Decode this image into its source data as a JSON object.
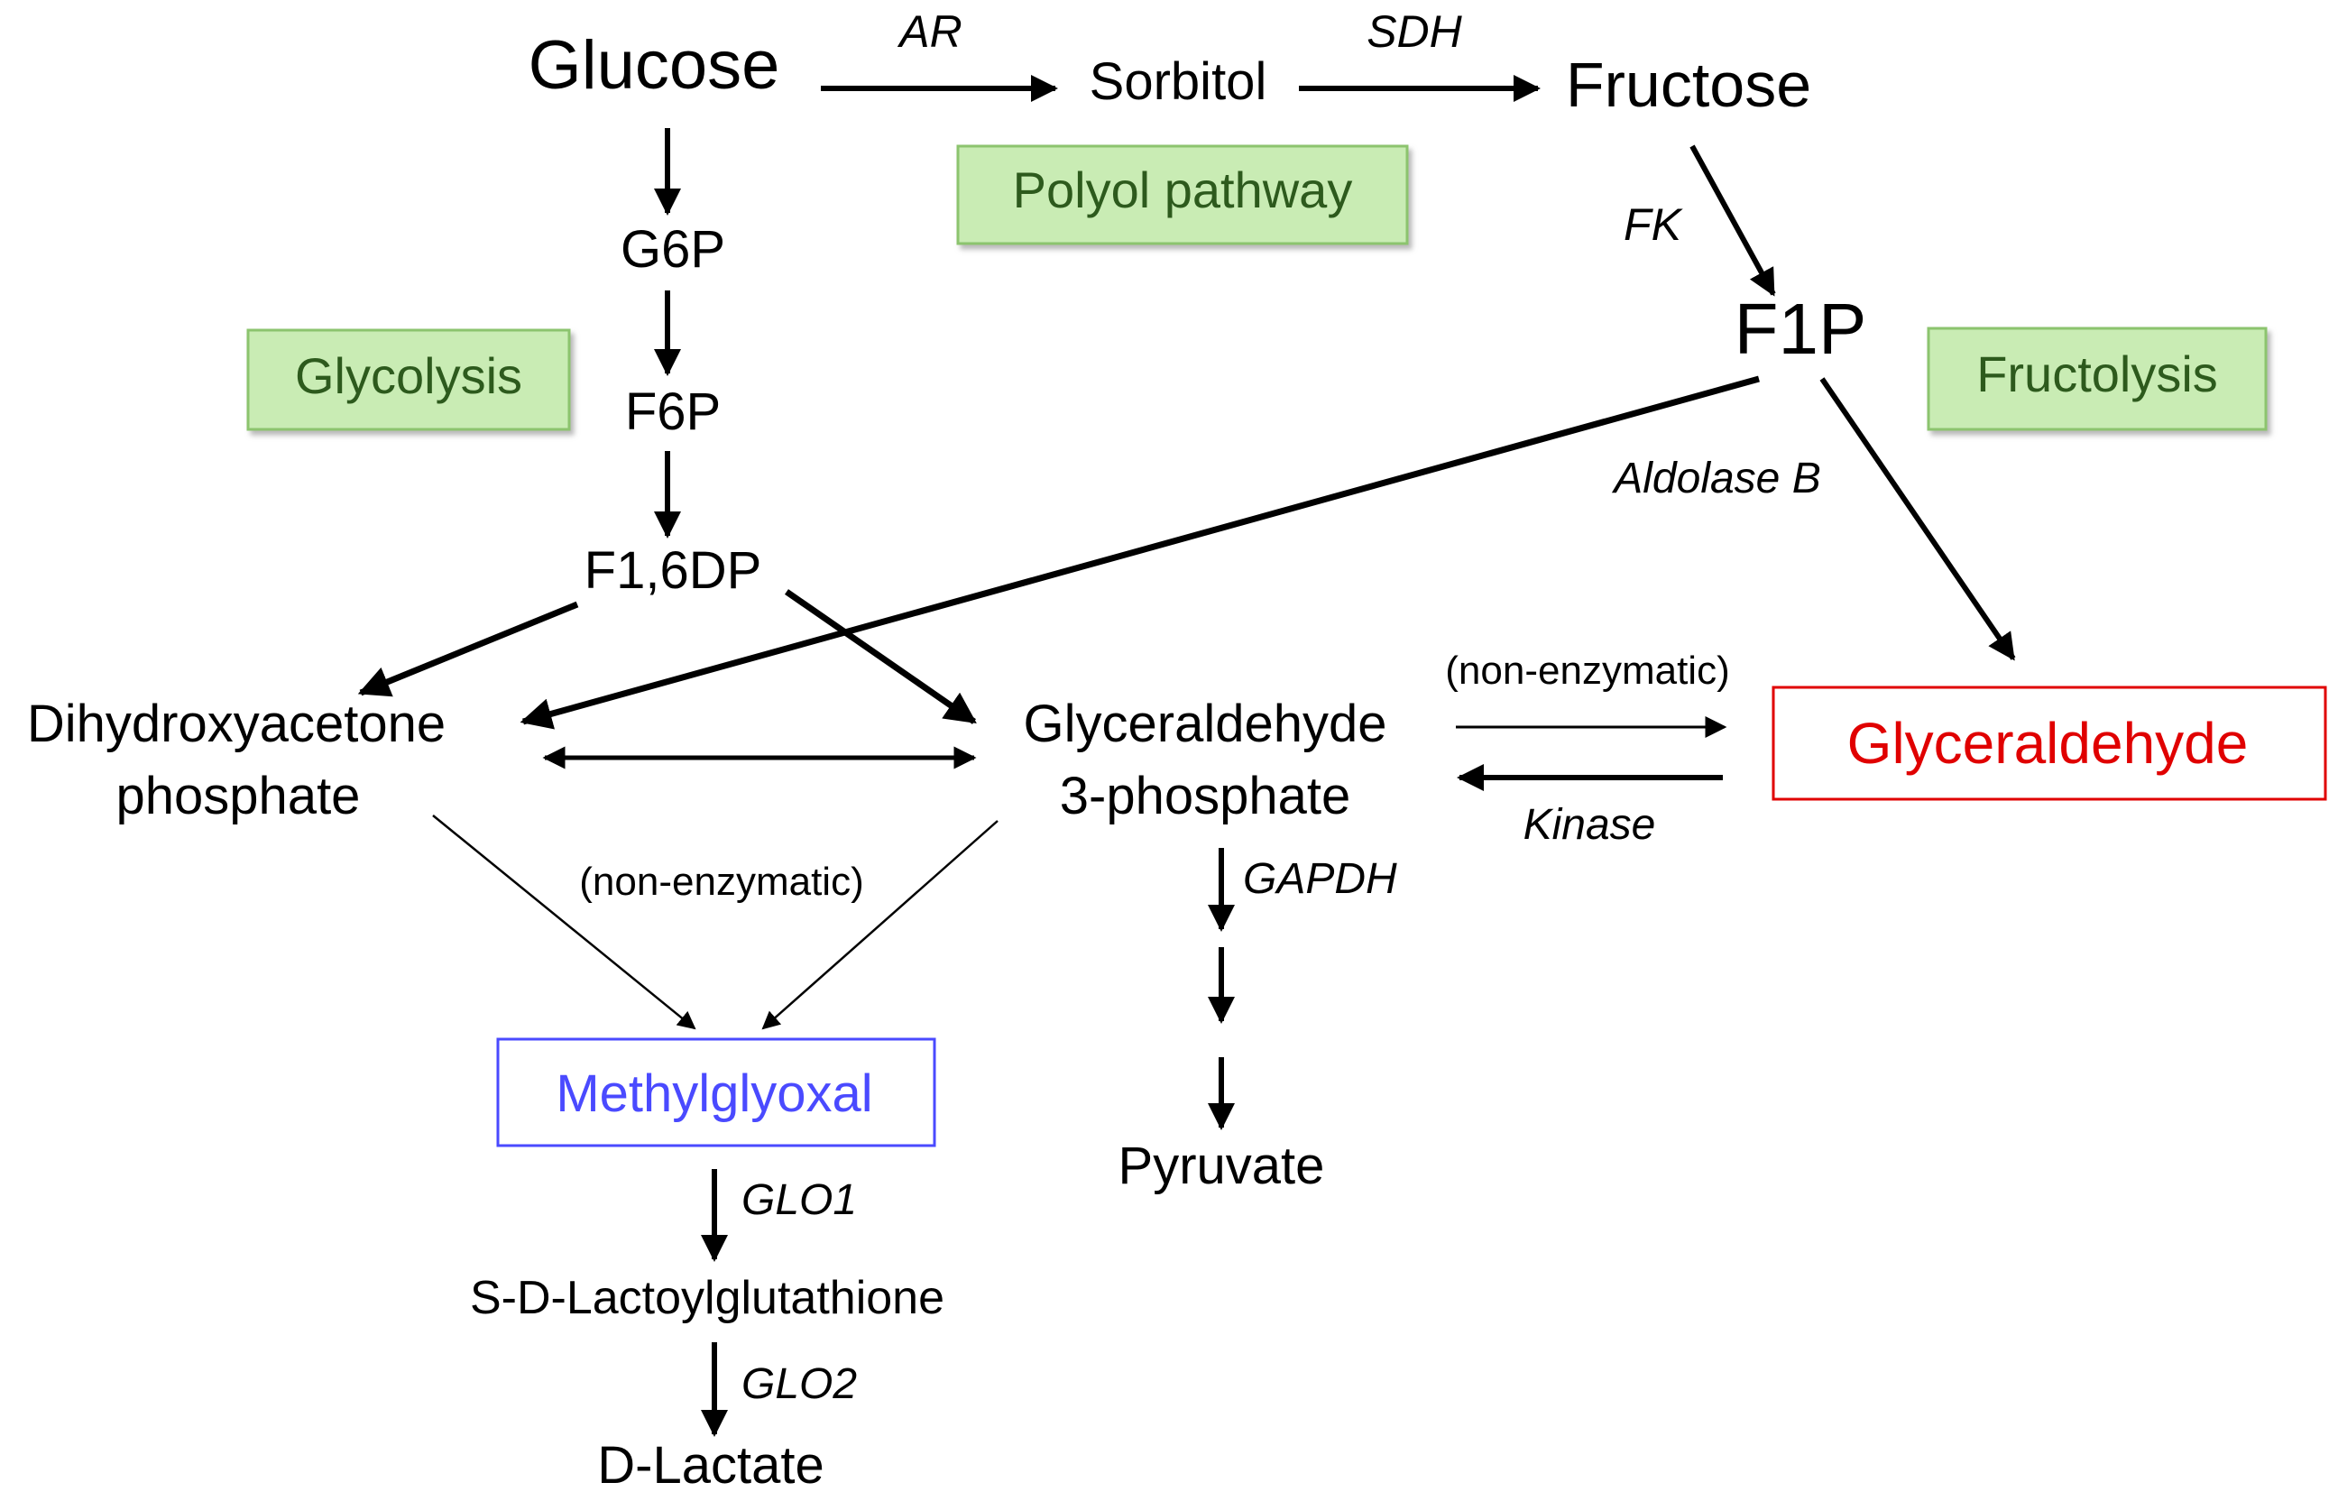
{
  "metabolites": {
    "glucose": "Glucose",
    "sorbitol": "Sorbitol",
    "fructose": "Fructose",
    "g6p": "G6P",
    "f6p": "F6P",
    "f16dp": "F1,6DP",
    "f1p": "F1P",
    "dhap_line1": "Dihydroxyacetone",
    "dhap_line2": "phosphate",
    "g3p_line1": "Glyceraldehyde",
    "g3p_line2": "3-phosphate",
    "glyceraldehyde": "Glyceraldehyde",
    "methylglyoxal": "Methylglyoxal",
    "pyruvate": "Pyruvate",
    "lactoylglutathione": "S-D-Lactoylglutathione",
    "d_lactate": "D-Lactate"
  },
  "enzymes": {
    "ar": "AR",
    "sdh": "SDH",
    "fk": "FK",
    "aldolase_b": "Aldolase B",
    "kinase": "Kinase",
    "gapdh": "GAPDH",
    "glo1": "GLO1",
    "glo2": "GLO2"
  },
  "notes": {
    "non_enzymatic_top": "(non-enzymatic)",
    "non_enzymatic_mid": "(non-enzymatic)"
  },
  "pathways": {
    "polyol": "Polyol pathway",
    "glycolysis": "Glycolysis",
    "fructolysis": "Fructolysis"
  },
  "colors": {
    "glyceraldehyde_highlight": "#e00000",
    "methylglyoxal_highlight": "#4a4aff",
    "pathway_box_fill": "#c9ecb4",
    "pathway_box_border": "#8cc46e",
    "pathway_text": "#2d5a1d"
  }
}
